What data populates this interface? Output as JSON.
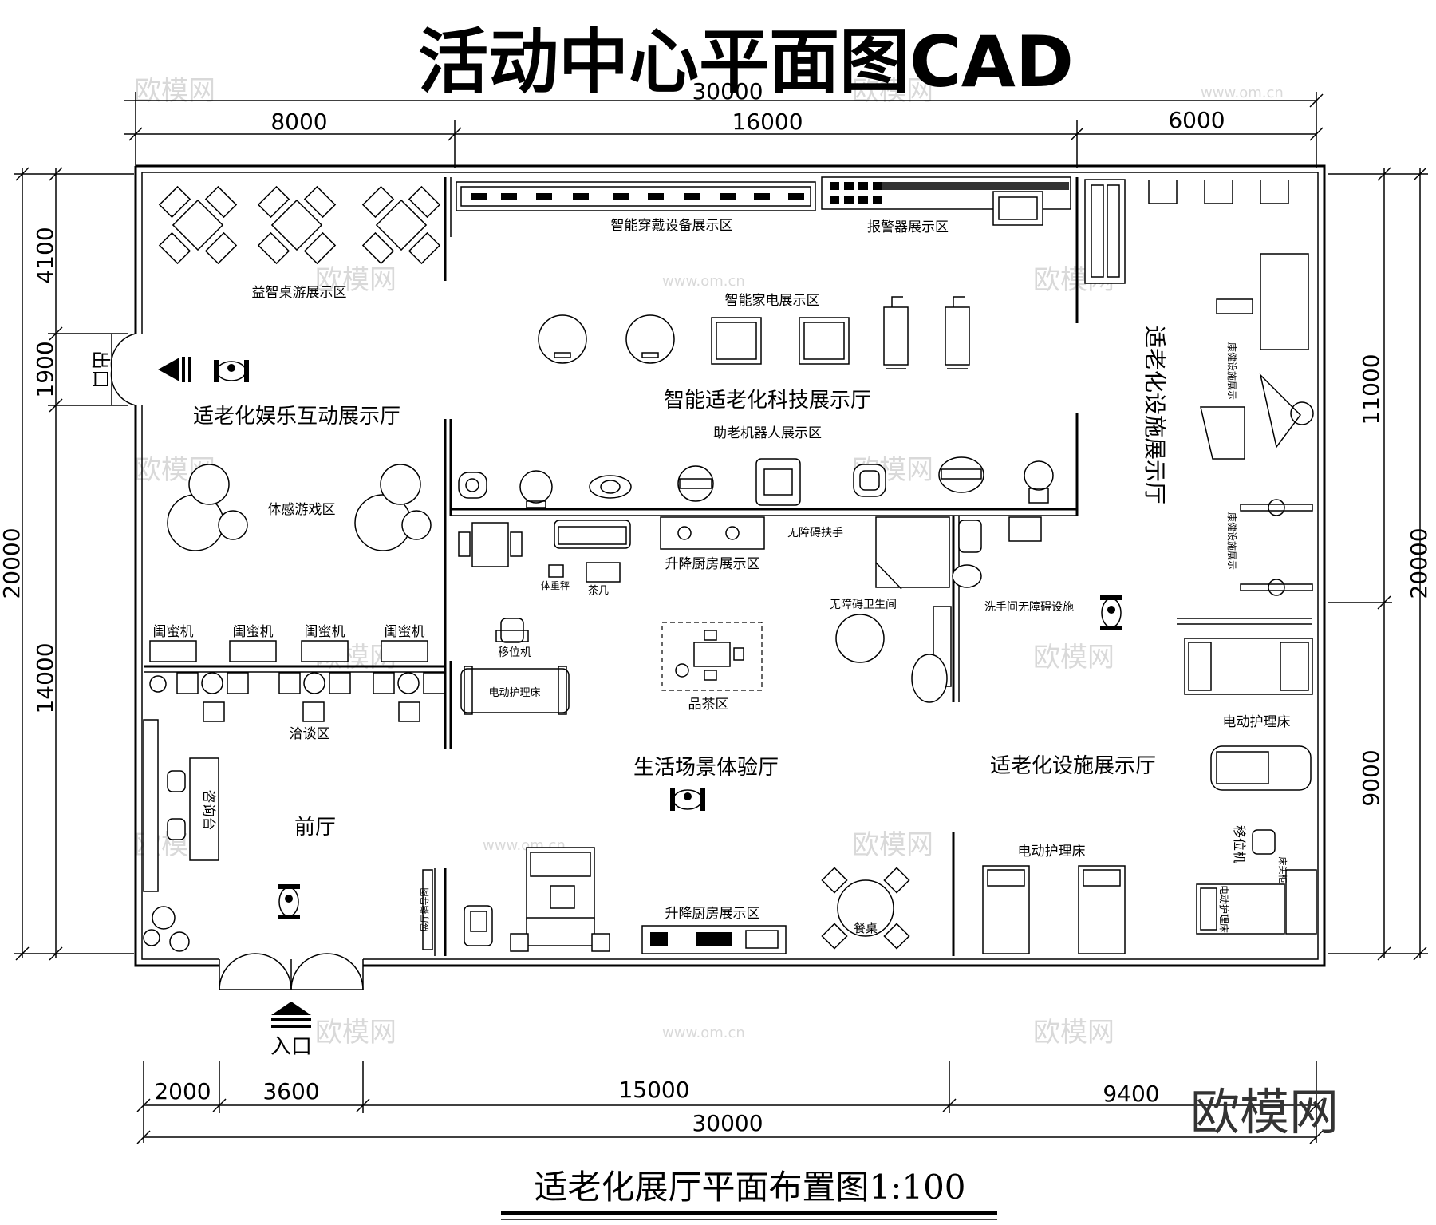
{
  "title": "活动中心平面图CAD",
  "subtitle": "适老化展厅平面布置图1:100",
  "watermark": "欧模网",
  "watermark_url": "www.om.cn",
  "dimensions": {
    "top_total": "30000",
    "top_segments": [
      "8000",
      "16000",
      "6000"
    ],
    "bottom_segments": [
      "2000",
      "3600",
      "15000",
      "9400"
    ],
    "bottom_total": "30000",
    "left_segments": [
      "4100",
      "1900",
      "14000"
    ],
    "left_total": "20000",
    "right_segments": [
      "11000",
      "9000"
    ],
    "right_total": "20000"
  },
  "rooms": {
    "entertainment_hall": "适老化娱乐互动展示厅",
    "tech_hall": "智能适老化科技展示厅",
    "facility_hall_vertical": "适老化设施展示厅",
    "facility_hall": "适老化设施展示厅",
    "life_hall": "生活场景体验厅",
    "lobby": "前厅"
  },
  "zones": {
    "board_games": "益智桌游展示区",
    "wearables": "智能穿戴设备展示区",
    "alarms": "报警器展示区",
    "appliances": "智能家电展示区",
    "robots": "助老机器人展示区",
    "motion_games": "体感游戏区",
    "talk_area": "洽谈区",
    "tea_area": "品茶区",
    "lift_kitchen_1": "升降厨房展示区",
    "lift_kitchen_2": "升降厨房展示区",
    "handrail": "无障碍扶手",
    "accessible_toilet": "无障碍卫生间",
    "basin_facility": "洗手间无障碍设施",
    "rehab_1": "康健设施展示",
    "rehab_2": "康健设施展示"
  },
  "items": {
    "guimi": [
      "闺蜜机",
      "闺蜜机",
      "闺蜜机",
      "闺蜜机"
    ],
    "scale": "体重秤",
    "tea_table": "茶几",
    "transfer_1": "移位机",
    "transfer_2": "移位机",
    "nursing_bed_1": "电动护理床",
    "nursing_bed_2": "电动护理床",
    "nursing_bed_3": "电动护理床",
    "nursing_bed_4": "电动护理床",
    "reception": "咨询台",
    "guide_board": "展厅指导图",
    "dining": "餐桌",
    "bedside": "床头柜"
  },
  "doors": {
    "exit": "出口",
    "entrance": "入口"
  }
}
